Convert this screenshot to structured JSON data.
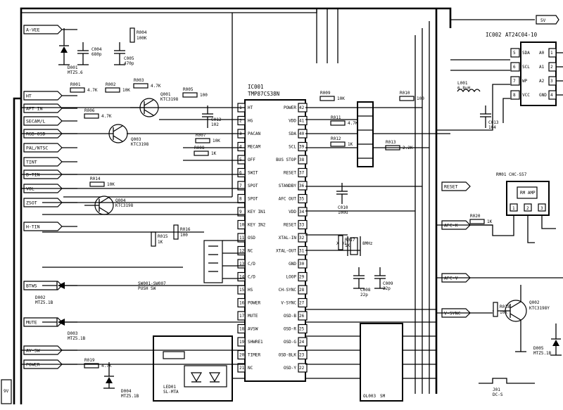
{
  "main_ic": {
    "ref": "IC001",
    "part": "TMP87CS38N",
    "left_pins": [
      {
        "num": "1",
        "name": "HT"
      },
      {
        "num": "2",
        "name": "HG"
      },
      {
        "num": "3",
        "name": "PACAN"
      },
      {
        "num": "4",
        "name": "MECAM"
      },
      {
        "num": "5",
        "name": "OFF"
      },
      {
        "num": "6",
        "name": "SWIT"
      },
      {
        "num": "7",
        "name": "SPOT"
      },
      {
        "num": "8",
        "name": "SPOT"
      },
      {
        "num": "9",
        "name": "KEY IN1"
      },
      {
        "num": "10",
        "name": "KEY IN2"
      },
      {
        "num": "11",
        "name": "OSD"
      },
      {
        "num": "12",
        "name": "NC"
      },
      {
        "num": "13",
        "name": "C/D"
      },
      {
        "num": "14",
        "name": "C/D"
      },
      {
        "num": "15",
        "name": "HS"
      },
      {
        "num": "16",
        "name": "POWER"
      },
      {
        "num": "17",
        "name": "MUTE"
      },
      {
        "num": "18",
        "name": "AVSW"
      },
      {
        "num": "19",
        "name": "SHWRE1"
      },
      {
        "num": "20",
        "name": "TIMER"
      },
      {
        "num": "21",
        "name": "NC"
      }
    ],
    "right_pins": [
      {
        "num": "42",
        "name": "POWER"
      },
      {
        "num": "41",
        "name": "VDD"
      },
      {
        "num": "40",
        "name": "SDA"
      },
      {
        "num": "39",
        "name": "SCL"
      },
      {
        "num": "38",
        "name": "BUS STOP"
      },
      {
        "num": "37",
        "name": "RESET"
      },
      {
        "num": "36",
        "name": "STANDBY"
      },
      {
        "num": "35",
        "name": "AFC OUT"
      },
      {
        "num": "34",
        "name": "VDD"
      },
      {
        "num": "33",
        "name": "RESET"
      },
      {
        "num": "32",
        "name": "XTAL-IN"
      },
      {
        "num": "31",
        "name": "XTAL-OUT"
      },
      {
        "num": "30",
        "name": "GND"
      },
      {
        "num": "29",
        "name": "LOOP"
      },
      {
        "num": "28",
        "name": "CH-SYNC"
      },
      {
        "num": "27",
        "name": "V-SYNC"
      },
      {
        "num": "26",
        "name": "OSD-B"
      },
      {
        "num": "25",
        "name": "OSD-R"
      },
      {
        "num": "24",
        "name": "OSD-G"
      },
      {
        "num": "23",
        "name": "OSD-BLK"
      },
      {
        "num": "22",
        "name": "OSD-Y"
      }
    ]
  },
  "eeprom": {
    "ref": "IC002",
    "part": "AT24C04-10",
    "left_pins": [
      {
        "num": "5",
        "name": "SDA"
      },
      {
        "num": "6",
        "name": "SCL"
      },
      {
        "num": "7",
        "name": "WP"
      },
      {
        "num": "8",
        "name": "VCC"
      }
    ],
    "right_pins": [
      {
        "num": "A0",
        "name": "1"
      },
      {
        "num": "A1",
        "name": "2"
      },
      {
        "num": "A2",
        "name": "3"
      },
      {
        "num": "GND",
        "name": "4"
      }
    ]
  },
  "remote_receiver": {
    "ref": "RM01 CHC-S57",
    "inner": "RM\nAMP",
    "pins": [
      "1",
      "2",
      "3"
    ]
  },
  "connectors_left": [
    "A-VEE",
    "HT",
    "AFT IN",
    "SECAM/L",
    "RGB-OSD",
    "PAL/NTSC",
    "TINT",
    "B-TIN",
    "VOL",
    "ZSOT",
    "H-TIN",
    "BTWS",
    "MUTE",
    "AV-SW",
    "POWER"
  ],
  "connectors_right": [
    "RESET",
    "AFC-K",
    "AFC-V",
    "V-SYNC"
  ],
  "top_right_tag": "5V",
  "bottom_left_tag": "9V",
  "components": {
    "transistors": [
      {
        "ref": "Q001",
        "part": "KTC3198"
      },
      {
        "ref": "Q003",
        "part": "KTC3198"
      },
      {
        "ref": "Q004",
        "part": "KTC3198"
      },
      {
        "ref": "Q002",
        "part": "KTC3198Y"
      }
    ],
    "crystal": {
      "ref": "X001",
      "value": "8MHz"
    },
    "zeners": [
      {
        "ref": "D001",
        "part": "MTZ5.6"
      },
      {
        "ref": "D002",
        "part": "MTZ5.1B"
      },
      {
        "ref": "D003",
        "part": "MTZ5.1B"
      },
      {
        "ref": "D004",
        "part": "MTZ5.1B"
      },
      {
        "ref": "D005",
        "part": "MTZ5.1B"
      }
    ],
    "caps": [
      {
        "ref": "C004",
        "value": "680p"
      },
      {
        "ref": "C005",
        "value": "470p"
      },
      {
        "ref": "C008",
        "value": "22p"
      },
      {
        "ref": "C009",
        "value": "22p"
      },
      {
        "ref": "C010",
        "value": "100u"
      },
      {
        "ref": "C012",
        "value": "102"
      },
      {
        "ref": "C013",
        "value": "104"
      }
    ],
    "resistors": [
      {
        "ref": "R001",
        "value": "4.7K"
      },
      {
        "ref": "R002",
        "value": "10K"
      },
      {
        "ref": "R003",
        "value": "4.7K"
      },
      {
        "ref": "R004",
        "value": "100K"
      },
      {
        "ref": "R005",
        "value": "100"
      },
      {
        "ref": "R006",
        "value": "4.7K"
      },
      {
        "ref": "R007",
        "value": "10K"
      },
      {
        "ref": "R008",
        "value": "1K"
      },
      {
        "ref": "R009",
        "value": "10K"
      },
      {
        "ref": "R010",
        "value": "100"
      },
      {
        "ref": "R011",
        "value": "4.7K"
      },
      {
        "ref": "R012",
        "value": "1K"
      },
      {
        "ref": "R013",
        "value": "2.2K"
      },
      {
        "ref": "R014",
        "value": "10K"
      },
      {
        "ref": "R015",
        "value": "1K"
      },
      {
        "ref": "R016",
        "value": "100"
      },
      {
        "ref": "R017",
        "value": "1K"
      },
      {
        "ref": "R018",
        "value": "10K"
      },
      {
        "ref": "R019",
        "value": "4.7K"
      },
      {
        "ref": "R020",
        "value": "1K"
      }
    ],
    "led_block": {
      "ref": "LED01",
      "part": "SL-MTA"
    },
    "jack": {
      "ref": "J01",
      "part": "DC-S"
    },
    "pushbuttons": {
      "ref": "SW001-SW007",
      "part": "PUSH SW"
    },
    "inductor": {
      "ref": "L001",
      "value": "6.8uH"
    },
    "clip_block": {
      "ref": "OL003",
      "part": "SM"
    }
  }
}
